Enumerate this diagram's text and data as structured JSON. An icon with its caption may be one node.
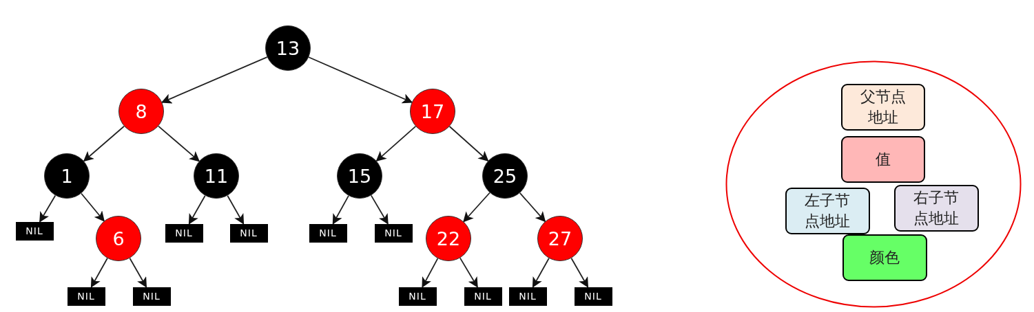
{
  "diagram": {
    "nodes": [
      {
        "text": [
          "13"
        ]
      },
      {
        "text": [
          "8"
        ]
      },
      {
        "text": [
          "17"
        ]
      },
      {
        "text": [
          "1"
        ]
      },
      {
        "text": [
          "11"
        ]
      },
      {
        "text": [
          "15"
        ]
      },
      {
        "text": [
          "25"
        ]
      },
      {
        "text": [
          "NIL"
        ]
      },
      {
        "text": [
          "6"
        ]
      },
      {
        "text": [
          "NIL"
        ]
      },
      {
        "text": [
          "NIL"
        ]
      },
      {
        "text": [
          "NIL"
        ]
      },
      {
        "text": [
          "NIL"
        ]
      },
      {
        "text": [
          "22"
        ]
      },
      {
        "text": [
          "27"
        ]
      },
      {
        "text": [
          "NIL"
        ]
      },
      {
        "text": [
          "NIL"
        ]
      },
      {
        "text": [
          "NIL"
        ]
      },
      {
        "text": [
          "NIL"
        ]
      },
      {
        "text": [
          "NIL"
        ]
      },
      {
        "text": [
          "NIL"
        ]
      },
      {
        "text": [],
        "shape": "circle"
      },
      {
        "text": [
          "父节点地址"
        ],
        "in": 21
      },
      {
        "text": [
          "值"
        ],
        "in": 21
      },
      {
        "text": [
          "左子节点地址"
        ],
        "in": 21
      },
      {
        "text": [
          "右子节点地址"
        ],
        "in": 21
      },
      {
        "text": [
          "颜色"
        ],
        "in": 21
      }
    ],
    "edges": [
      {
        "from": 0,
        "to": 1,
        "arrow": "to"
      },
      {
        "from": 0,
        "to": 2,
        "arrow": "to"
      },
      {
        "from": 1,
        "to": 3,
        "arrow": "to"
      },
      {
        "from": 1,
        "to": 4,
        "arrow": "to"
      },
      {
        "from": 2,
        "to": 5,
        "arrow": "to"
      },
      {
        "from": 2,
        "to": 6,
        "arrow": "to"
      },
      {
        "from": 3,
        "to": 7,
        "arrow": "to"
      },
      {
        "from": 3,
        "to": 8,
        "arrow": "to"
      },
      {
        "from": 4,
        "to": 9,
        "arrow": "to"
      },
      {
        "from": 4,
        "to": 10,
        "arrow": "to"
      },
      {
        "from": 5,
        "to": 11,
        "arrow": "to"
      },
      {
        "from": 5,
        "to": 12,
        "arrow": "to"
      },
      {
        "from": 6,
        "to": 13,
        "arrow": "to"
      },
      {
        "from": 6,
        "to": 14,
        "arrow": "to"
      },
      {
        "from": 8,
        "to": 15,
        "arrow": "to"
      },
      {
        "from": 8,
        "to": 16,
        "arrow": "to"
      },
      {
        "from": 13,
        "to": 17,
        "arrow": "to"
      },
      {
        "from": 13,
        "to": 18,
        "arrow": "to"
      },
      {
        "from": 14,
        "to": 19,
        "arrow": "to"
      },
      {
        "from": 14,
        "to": 20,
        "arrow": "to"
      }
    ]
  }
}
